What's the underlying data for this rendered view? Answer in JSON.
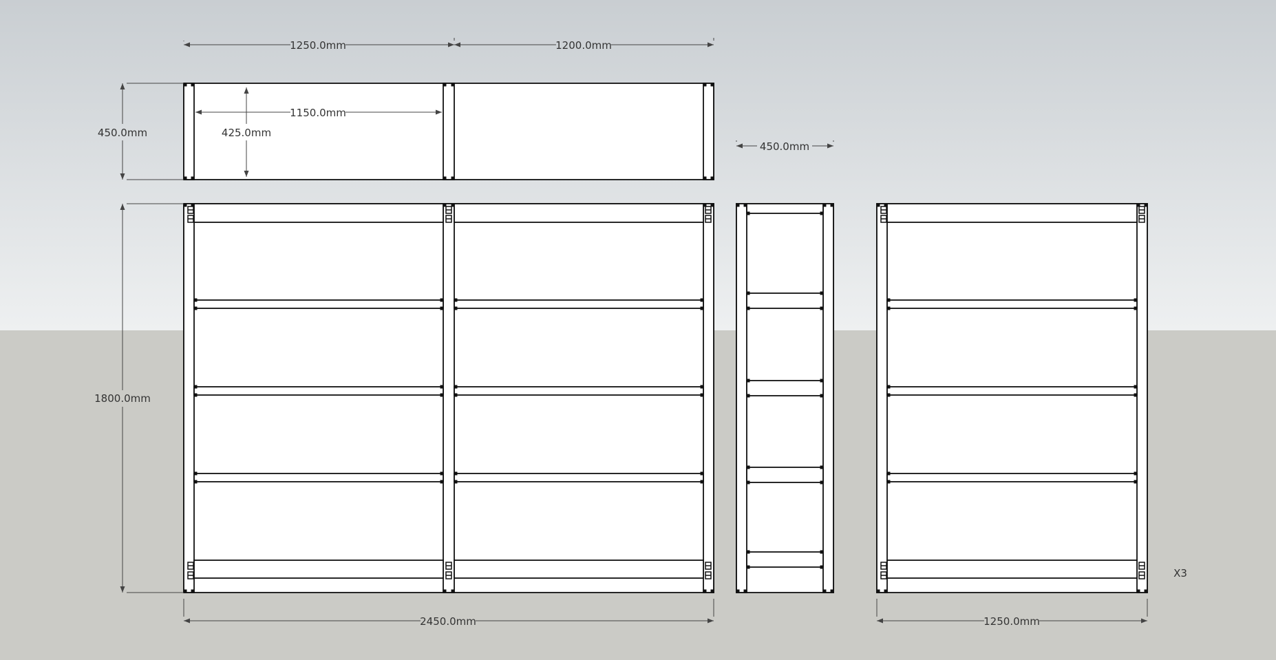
{
  "dimensions": {
    "top_left_width": "1250.0mm",
    "top_right_width": "1200.0mm",
    "depth": "450.0mm",
    "inner_width": "1150.0mm",
    "inner_depth": "425.0mm",
    "side_depth": "450.0mm",
    "height": "1800.0mm",
    "total_width": "2450.0mm",
    "single_width": "1250.0mm"
  },
  "quantity_note": "X3",
  "colors": {
    "sky_top": "#c9ced2",
    "sky_bottom": "#eef0f1",
    "ground": "#cbcbc6",
    "frame_fill": "#ffffff",
    "line": "#111111",
    "dim_line": "#444444"
  }
}
